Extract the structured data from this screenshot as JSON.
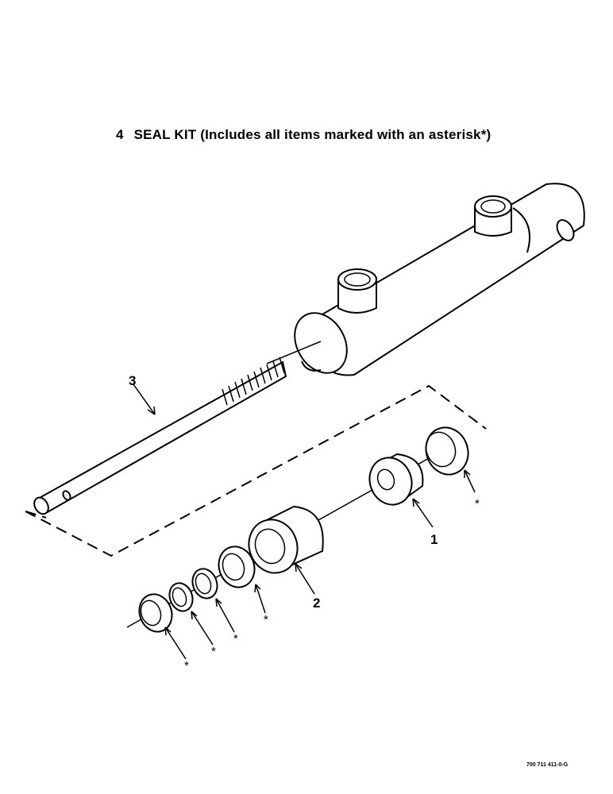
{
  "title": {
    "number": "4",
    "text": "SEAL KIT (Includes all items marked with an asterisk*)"
  },
  "callouts": {
    "piston": "1",
    "gland": "2",
    "rod": "3"
  },
  "asterisk": "*",
  "figure_id": "700 711 411-0-G"
}
